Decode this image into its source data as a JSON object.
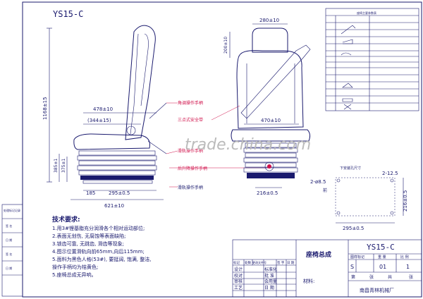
{
  "drawing": {
    "code_top": "YS15-C",
    "watermark": "trade.china.com",
    "dims": {
      "d280": "280±10",
      "d200": "200±10",
      "d1168": "1168±15",
      "d478": "478±10",
      "d344": "(344±15)",
      "d470": "470±10",
      "d385": "385±1",
      "d375": "375±1",
      "d185": "185",
      "d295a": "295±0.5",
      "d621": "621±10",
      "d216a": "216±0.5",
      "d2p8": "2-ø8.5",
      "d2p12": "2-12.5",
      "d295b": "295±0.5",
      "d216b": "216±0.5"
    },
    "callouts": {
      "angle_handle": "角调操作手柄",
      "seat_belt": "三点式安全带",
      "lift_handle": "后升降操作手柄",
      "slide_handle": "滑轨操作手柄"
    },
    "mount_label": "下安装孔尺寸",
    "front_label": "前"
  },
  "tech": {
    "title": "技术要求:",
    "lines": [
      "1.用3#锂基脂充分润滑各个相对运动部位;",
      "2.表面无划伤, 无腐蚀等表面缺陷;",
      "3.锁齿可靠, 无跳齿, 滑齿等现象;",
      "4.图示位置滑轨向前65mm,向后115mm;",
      "5.面料为黑色人格(53#), 要挺阔, 饱满, 整洁,",
      "操作手柄均为桔黄色;",
      "5.座椅总成无异响。"
    ]
  },
  "left_strip": [
    "处理标记记录",
    "签 名",
    "日 期",
    "签 名",
    "日 期"
  ],
  "titleblock": {
    "name": "座椅总成",
    "code": "YS15-C",
    "material": "材料:",
    "factory": "南昌青林机械厂",
    "hdr": [
      "图样标记",
      "重 量",
      "比 例"
    ],
    "vals": [
      "S",
      "01",
      "1"
    ],
    "sheet_info": [
      "第",
      "张",
      "共",
      "张"
    ],
    "sig_rows": [
      "设计",
      "校对",
      "审核",
      "工艺"
    ],
    "sig_cols": [
      "标准化",
      "批 准",
      "会用量",
      "日 期"
    ],
    "change_hdr": [
      "标记",
      "处数",
      "更改文件号",
      "签 字",
      "日 期"
    ]
  },
  "params": {
    "title": "座椅主要参数表"
  }
}
